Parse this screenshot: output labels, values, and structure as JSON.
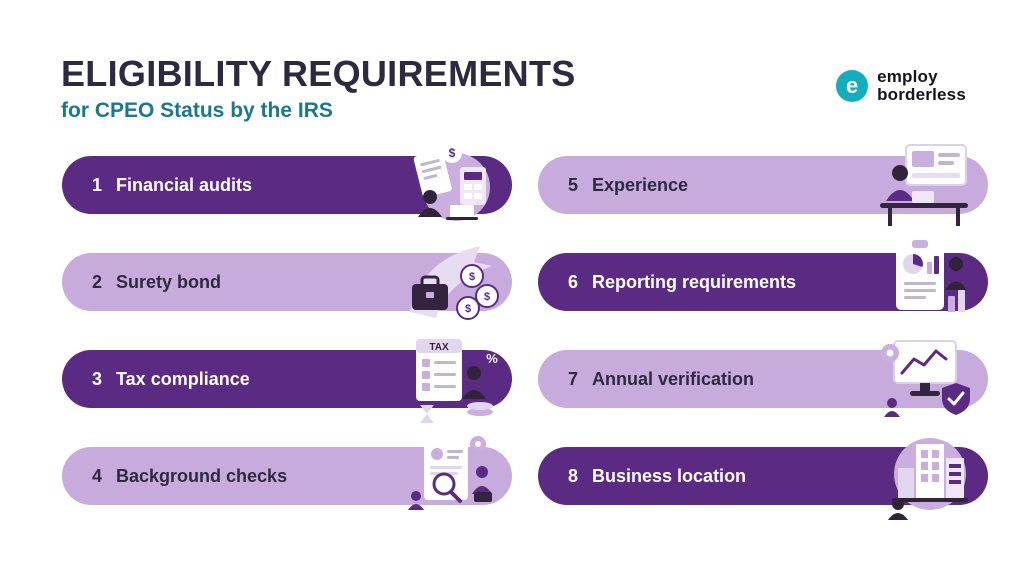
{
  "page": {
    "title": "ELIGIBILITY REQUIREMENTS",
    "subtitle": "for CPEO Status by the IRS"
  },
  "logo": {
    "letter": "e",
    "line1": "employ",
    "line2": "borderless"
  },
  "colors": {
    "dark_purple": "#5b2b84",
    "light_purple": "#c8abdd",
    "ink": "#2d2940",
    "teal_subtitle": "#19788e",
    "logo_teal": "#13adbc",
    "background": "#ffffff"
  },
  "glyphs": {
    "dollar": "$",
    "tax": "TAX",
    "percent": "%"
  },
  "items": [
    {
      "number": "1",
      "label": "Financial audits",
      "variant": "dark"
    },
    {
      "number": "2",
      "label": "Surety bond",
      "variant": "light"
    },
    {
      "number": "3",
      "label": "Tax compliance",
      "variant": "dark"
    },
    {
      "number": "4",
      "label": "Background checks",
      "variant": "light"
    },
    {
      "number": "5",
      "label": "Experience",
      "variant": "light"
    },
    {
      "number": "6",
      "label": "Reporting requirements",
      "variant": "dark"
    },
    {
      "number": "7",
      "label": "Annual verification",
      "variant": "light"
    },
    {
      "number": "8",
      "label": "Business location",
      "variant": "dark"
    }
  ]
}
